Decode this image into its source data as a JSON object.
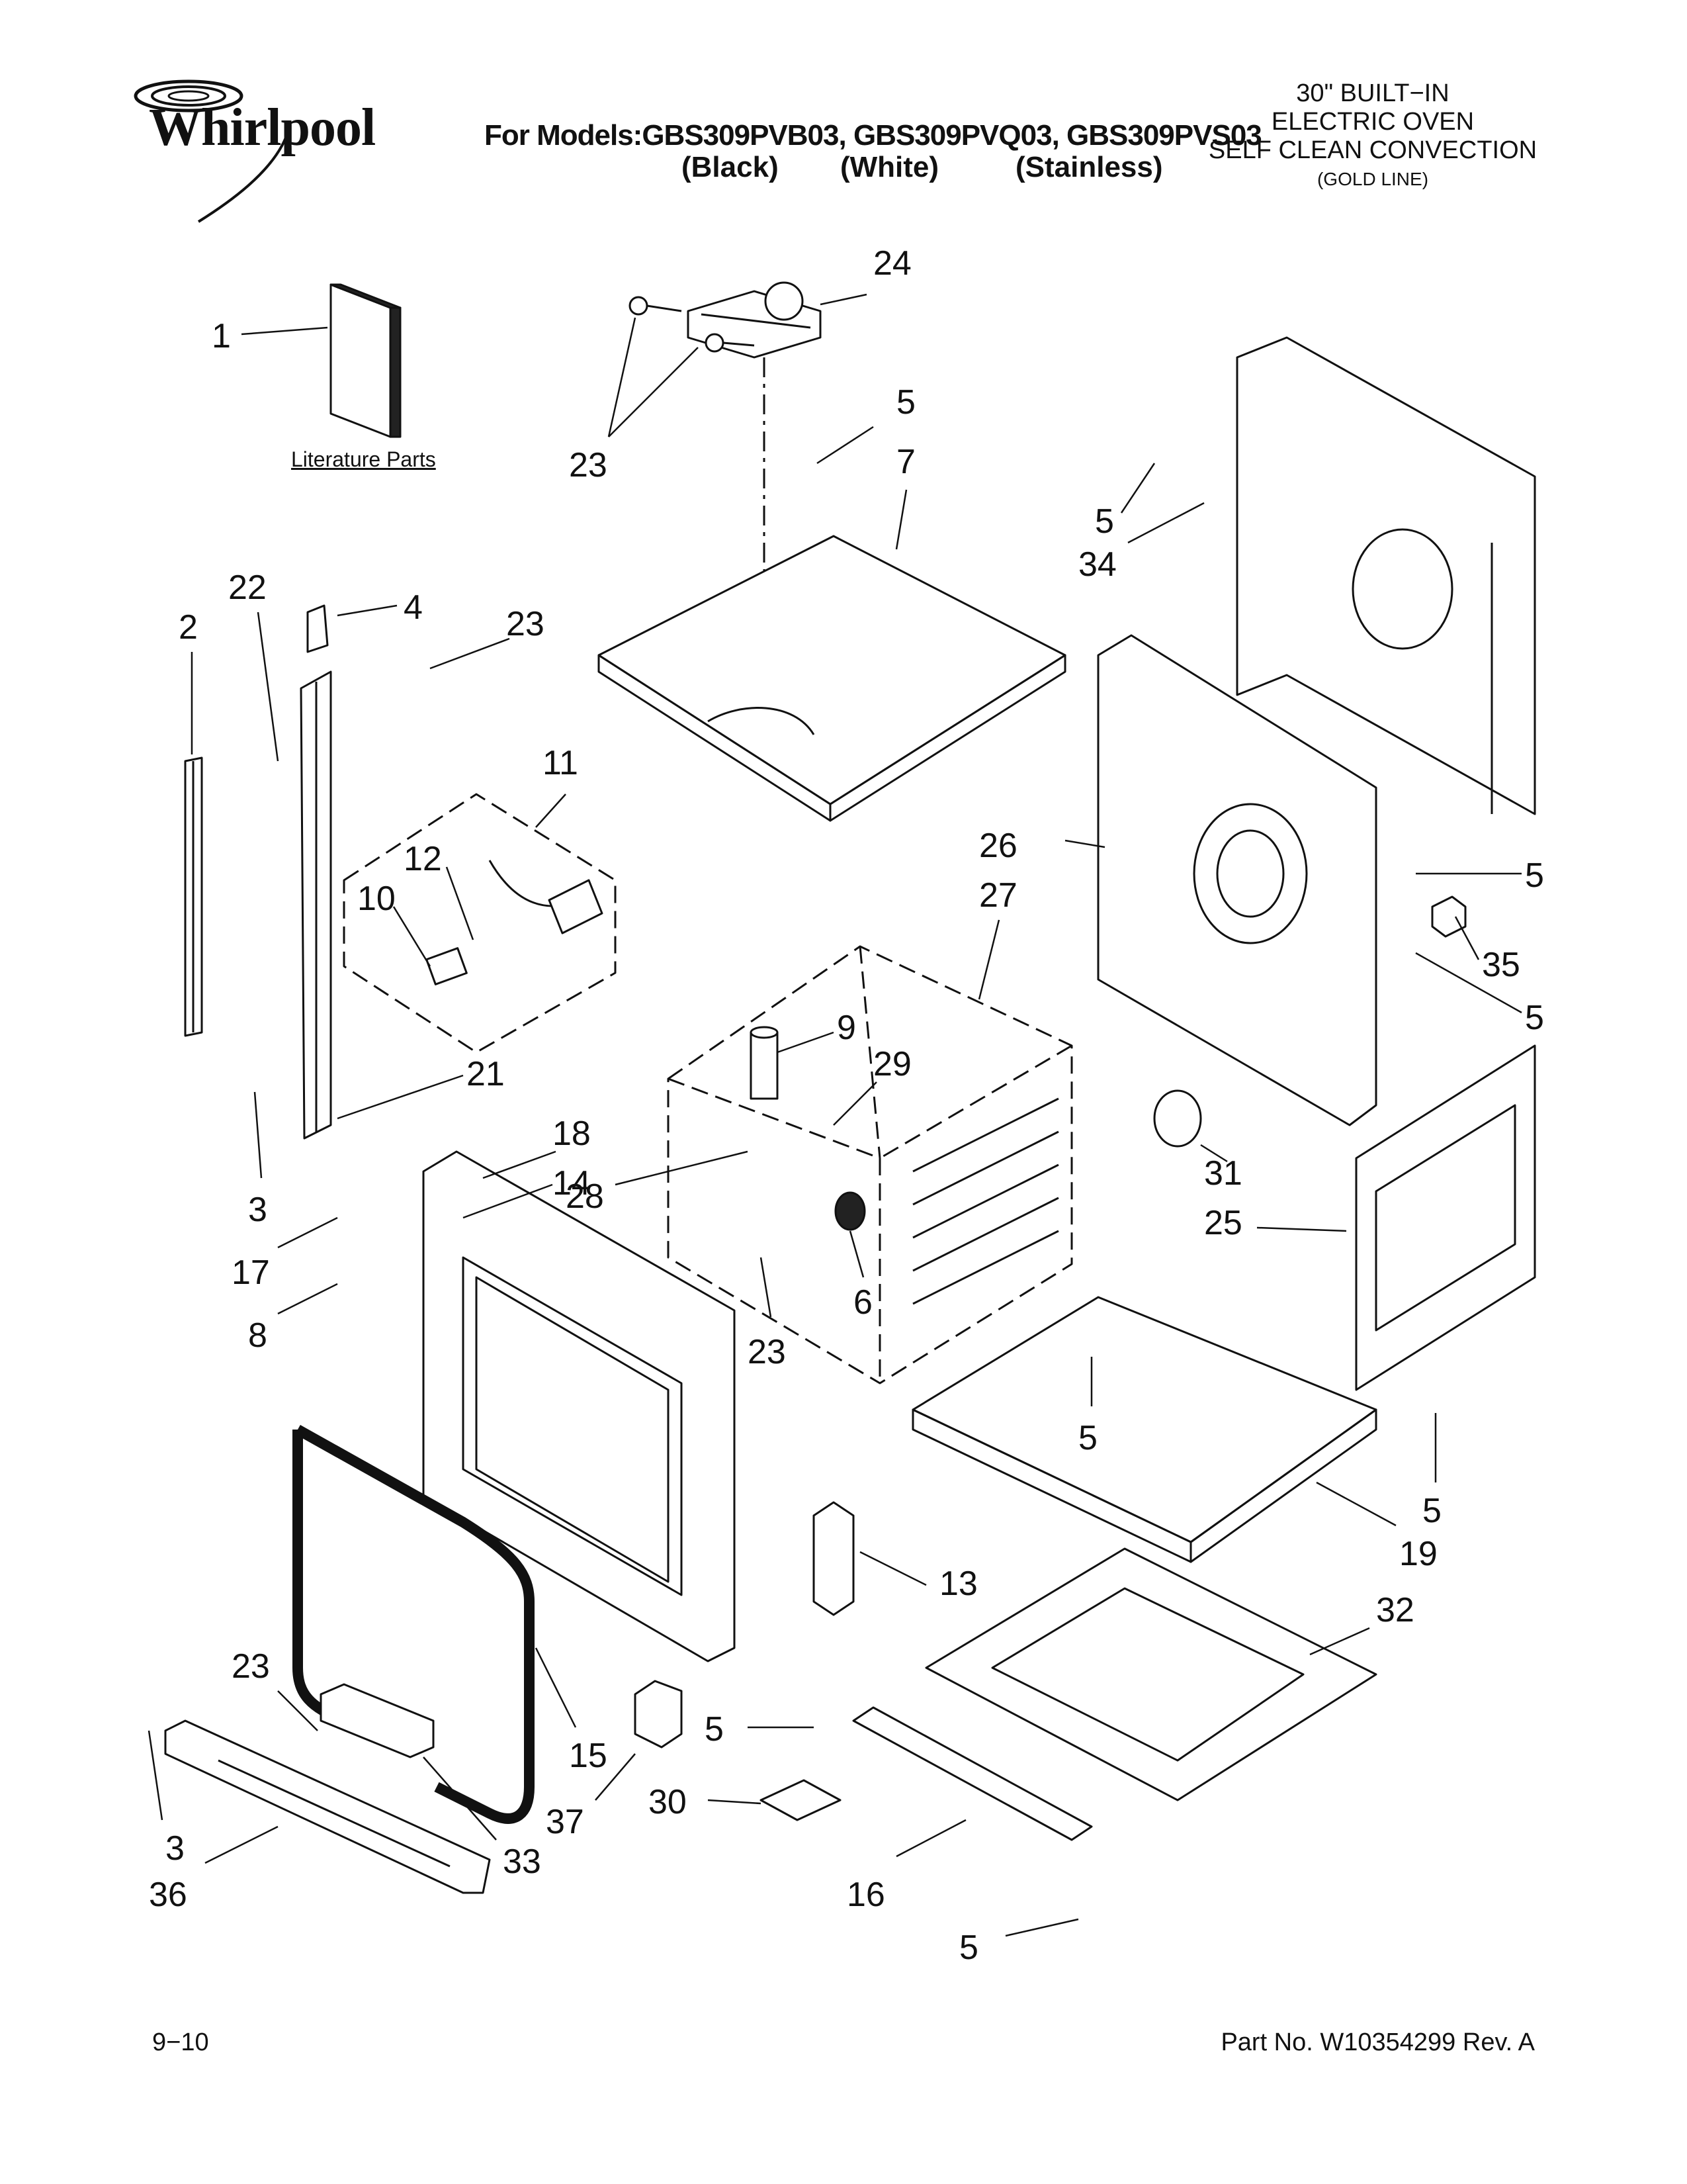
{
  "brand": "Whirlpool",
  "header": {
    "models_line": "For Models:GBS309PVB03, GBS309PVQ03, GBS309PVS03",
    "color_black": "(Black)",
    "color_white": "(White)",
    "color_stainless": "(Stainless)",
    "product_line1": "30\" BUILT−IN",
    "product_line2": "ELECTRIC OVEN",
    "product_line3": "SELF CLEAN CONVECTION",
    "product_line4": "(GOLD LINE)"
  },
  "literature_label": "Literature Parts",
  "callouts": [
    "1",
    "24",
    "23",
    "5",
    "7",
    "5",
    "34",
    "2",
    "22",
    "4",
    "23",
    "11",
    "12",
    "10",
    "26",
    "27",
    "5",
    "35",
    "5",
    "9",
    "29",
    "21",
    "18",
    "14",
    "28",
    "3",
    "17",
    "8",
    "23",
    "6",
    "31",
    "25",
    "5",
    "5",
    "19",
    "13",
    "32",
    "23",
    "15",
    "5",
    "37",
    "30",
    "33",
    "3",
    "36",
    "16",
    "5"
  ],
  "footer": {
    "date_code": "9−10",
    "part_number": "Part No. W10354299 Rev. A"
  }
}
